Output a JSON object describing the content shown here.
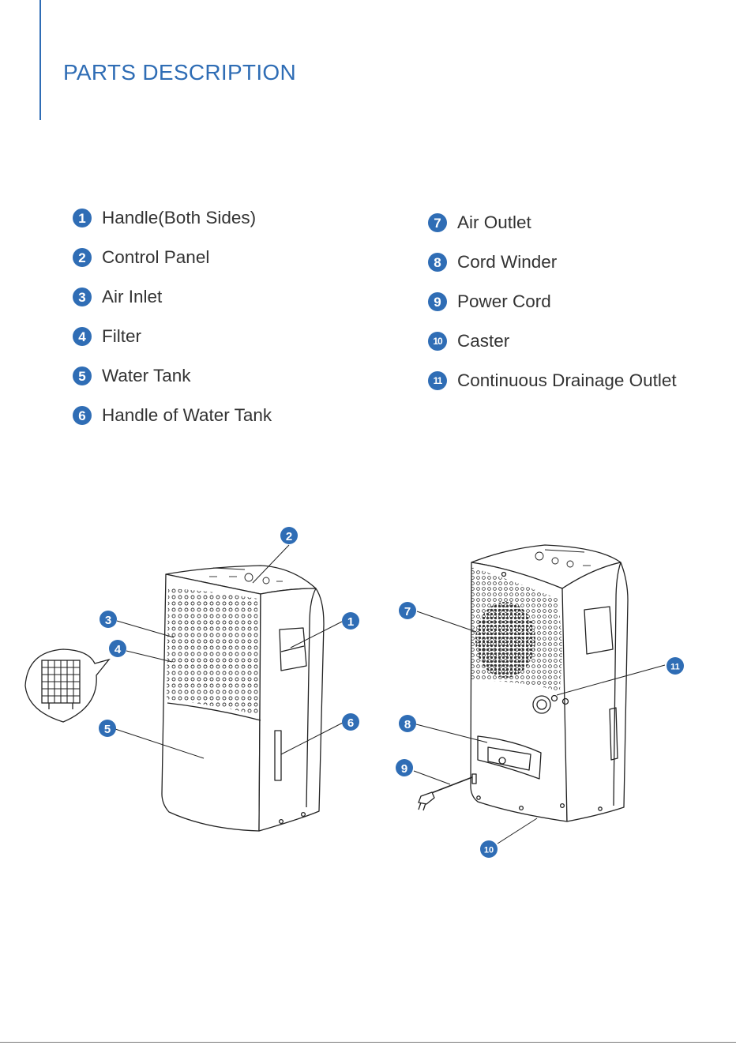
{
  "page": {
    "title": "PARTS DESCRIPTION",
    "accent_color": "#2f6db5"
  },
  "parts_left": [
    {
      "number": "1",
      "label": "Handle(Both Sides)"
    },
    {
      "number": "2",
      "label": "Control Panel"
    },
    {
      "number": "3",
      "label": "Air Inlet"
    },
    {
      "number": "4",
      "label": "Filter"
    },
    {
      "number": "5",
      "label": "Water Tank"
    },
    {
      "number": "6",
      "label": "Handle of Water Tank"
    }
  ],
  "parts_right": [
    {
      "number": "7",
      "label": "Air Outlet"
    },
    {
      "number": "8",
      "label": "Cord Winder"
    },
    {
      "number": "9",
      "label": "Power Cord"
    },
    {
      "number": "10",
      "label": "Caster"
    },
    {
      "number": "11",
      "label": "Continuous Drainage Outlet"
    }
  ],
  "callouts": {
    "c1": "1",
    "c2": "2",
    "c3": "3",
    "c4": "4",
    "c5": "5",
    "c6": "6",
    "c7": "7",
    "c8": "8",
    "c9": "9",
    "c10": "10",
    "c11": "11"
  },
  "icons": {
    "front_view": "dehumidifier-front-illustration",
    "rear_view": "dehumidifier-rear-illustration",
    "filter_inset": "filter-inset-illustration"
  }
}
